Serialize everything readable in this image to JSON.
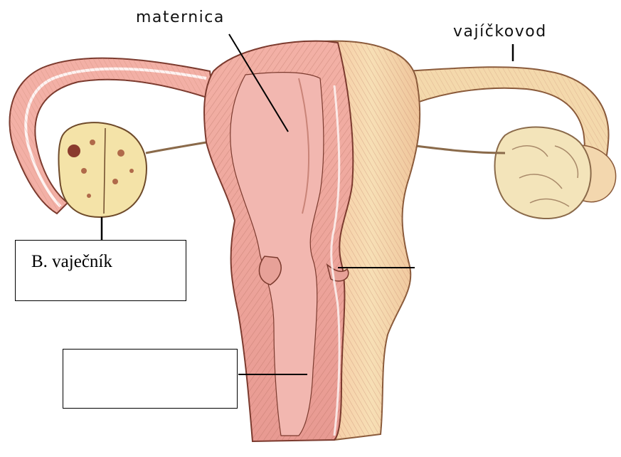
{
  "labels": {
    "uterus": "maternica",
    "fallopian_tube": "vajíčkovod",
    "ovary_box": "B. vaječník",
    "answer_box_1": "",
    "answer_box_2": ""
  },
  "colors": {
    "uterus_body": "#f0a9a0",
    "uterus_cut": "#e48d86",
    "outer_wall": "#f4d3a3",
    "ovary": "#f3e2a8",
    "tube_inner": "#f4b7aa",
    "stripe": "#8a4a3a"
  }
}
